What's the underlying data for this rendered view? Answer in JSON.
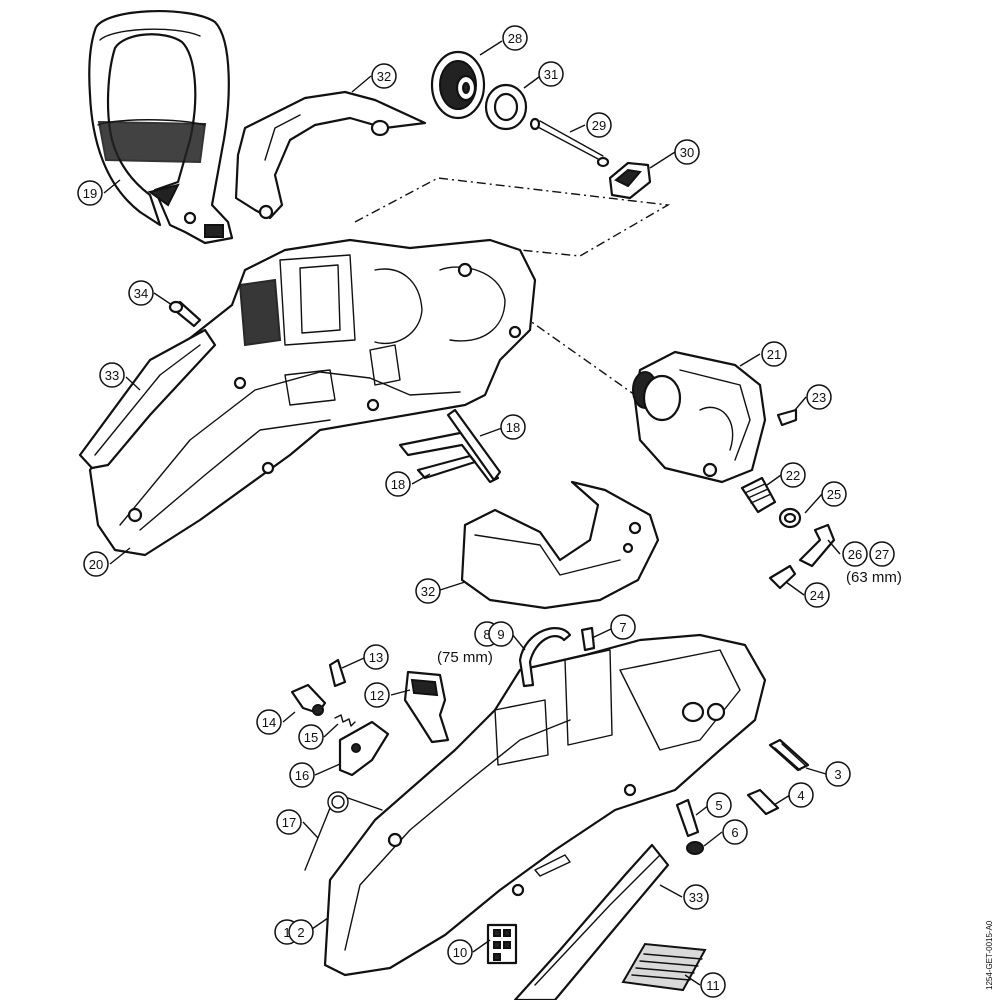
{
  "callouts": {
    "c1": "1",
    "c2": "2",
    "c3": "3",
    "c4": "4",
    "c5": "5",
    "c6": "6",
    "c7": "7",
    "c8": "8",
    "c9": "9",
    "c10": "10",
    "c11": "11",
    "c12": "12",
    "c13": "13",
    "c14": "14",
    "c15": "15",
    "c16": "16",
    "c17": "17",
    "c18a": "18",
    "c18b": "18",
    "c19": "19",
    "c20": "20",
    "c21": "21",
    "c22": "22",
    "c23": "23",
    "c24": "24",
    "c25": "25",
    "c26": "26",
    "c27": "27",
    "c28": "28",
    "c29": "29",
    "c30": "30",
    "c31": "31",
    "c32a": "32",
    "c32b": "32",
    "c33a": "33",
    "c33b": "33",
    "c34": "34"
  },
  "notes": {
    "hose_length_63": "(63 mm)",
    "hose_length_75": "(75 mm)"
  },
  "reference_code": "1254-GET-0015-A0"
}
